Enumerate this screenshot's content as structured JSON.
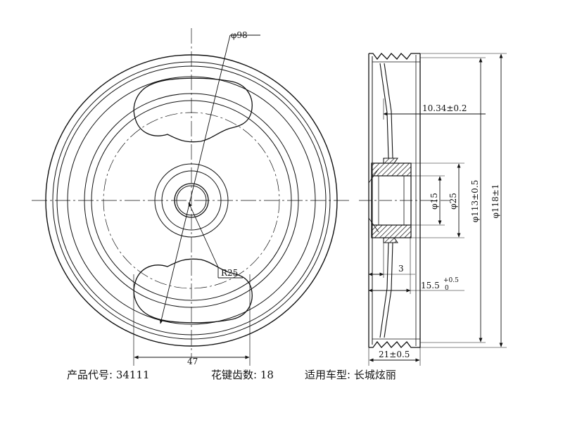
{
  "front_view": {
    "dimensions": {
      "outer_hole_diameter": "φ98",
      "window_radius": "R25",
      "window_spacing": "47"
    }
  },
  "side_view": {
    "dimensions": {
      "groove_depth": "10.34±0.2",
      "bore_diameter": "φ15",
      "hub_diameter": "φ25",
      "groove_diameter": "φ113±0.5",
      "outer_diameter": "φ118±1",
      "hub_offset": "3",
      "hub_length": "15.5",
      "hub_tol_upper": "+0.5",
      "hub_tol_lower": "0",
      "overall_width": "21±0.5"
    }
  },
  "caption": {
    "product_code_label": "产品代号:",
    "product_code": "34111",
    "spline_count_label": "花键齿数:",
    "spline_count": "18",
    "vehicle_label": "适用车型:",
    "vehicle": "长城炫丽"
  }
}
